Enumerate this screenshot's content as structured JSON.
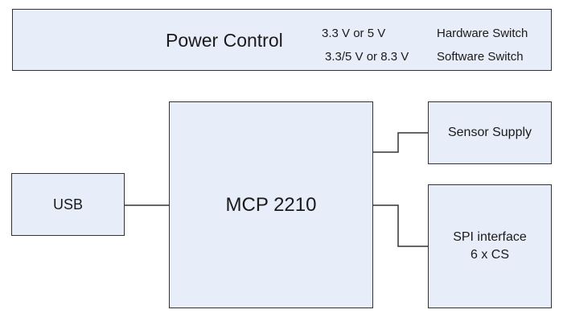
{
  "power_control": {
    "title": "Power Control",
    "voltage_hw": "3.3 V or 5 V",
    "voltage_sw": "3.3/5 V or 8.3 V",
    "hardware_switch": "Hardware Switch",
    "software_switch": "Software Switch"
  },
  "blocks": {
    "usb": "USB",
    "mcp": "MCP 2210",
    "sensor_supply": "Sensor Supply",
    "spi_line1": "SPI interface",
    "spi_line2": "6 x CS"
  },
  "colors": {
    "box_fill": "#e8eef9",
    "box_stroke": "#333333",
    "line": "#333333"
  }
}
